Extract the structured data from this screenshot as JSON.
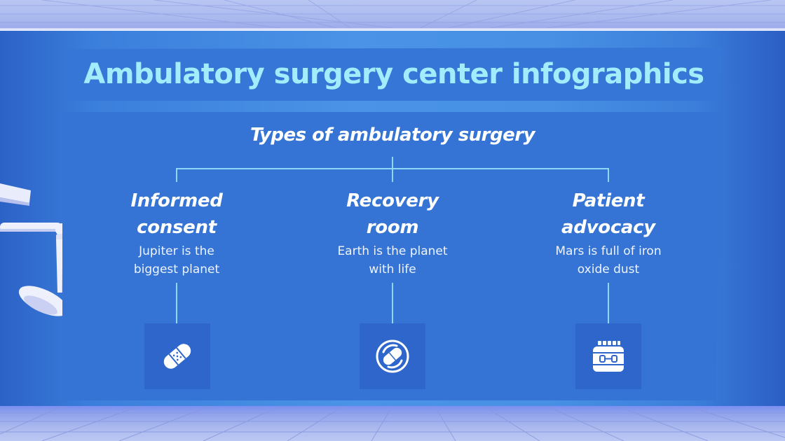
{
  "slide": {
    "title": "Ambulatory surgery center infographics",
    "subtitle": "Types of ambulatory surgery",
    "colors": {
      "wall": "#4790e4",
      "panel": "#3574d4",
      "icon_box": "#2e66cc",
      "title_text": "#a3ecfb",
      "connector": "#8fd6f7",
      "text": "#ffffff"
    }
  },
  "items": [
    {
      "heading_line1": "Informed",
      "heading_line2": "consent",
      "desc_line1": "Jupiter is the",
      "desc_line2": "biggest planet",
      "icon": "bandage-icon"
    },
    {
      "heading_line1": "Recovery",
      "heading_line2": "room",
      "desc_line1": "Earth is the planet",
      "desc_line2": "with life",
      "icon": "pill-capsule-icon"
    },
    {
      "heading_line1": "Patient",
      "heading_line2": "advocacy",
      "desc_line1": "Mars is full of iron",
      "desc_line2": "oxide dust",
      "icon": "medicine-jar-icon"
    }
  ]
}
